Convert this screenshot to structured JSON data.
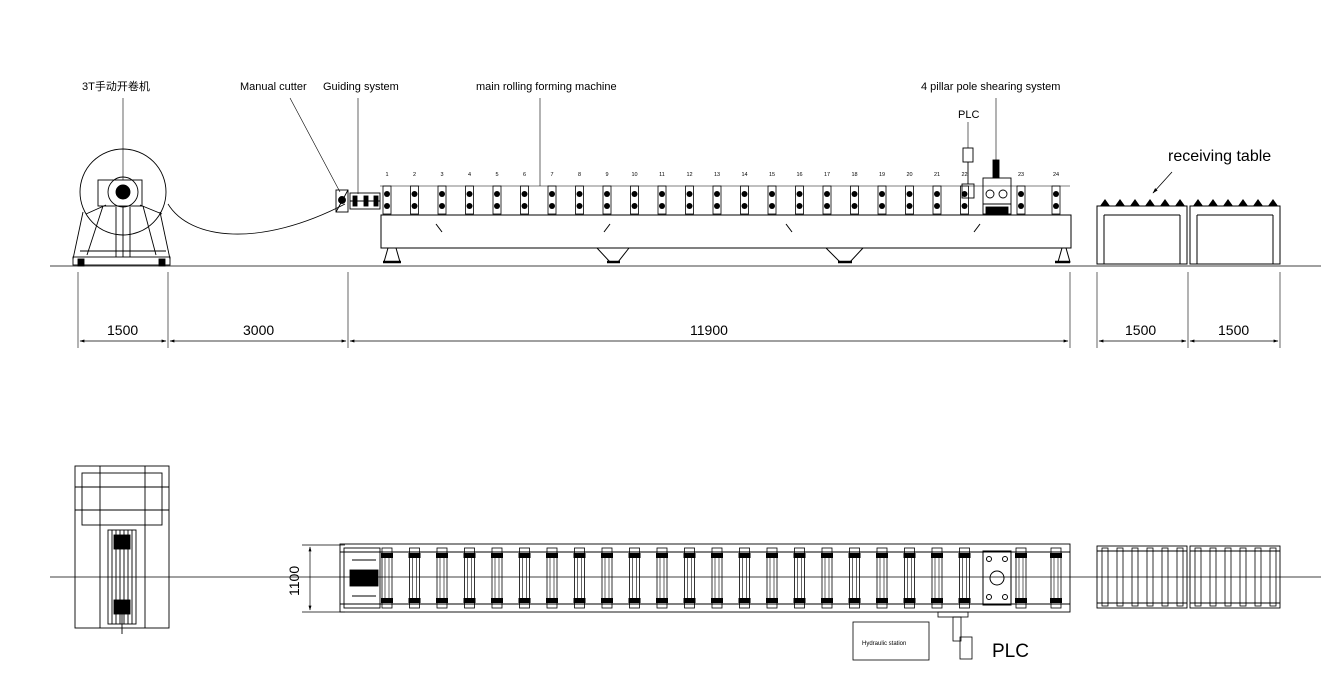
{
  "labels": {
    "decoiler": "3T手动开卷机",
    "cutter": "Manual cutter",
    "guiding": "Guiding system",
    "main": "main rolling forming machine",
    "shearing": "4 pillar pole shearing system",
    "plc_top": "PLC",
    "receiving": "receiving table",
    "hydraulic": "Hydraulic station",
    "plc_bottom": "PLC"
  },
  "dimensions": {
    "d1": "1500",
    "d2": "3000",
    "d3": "11900",
    "d4": "1500",
    "d5": "1500",
    "width": "1100"
  },
  "stations": [
    "1",
    "2",
    "3",
    "4",
    "5",
    "6",
    "7",
    "8",
    "9",
    "10",
    "11",
    "12",
    "13",
    "14",
    "15",
    "16",
    "17",
    "18",
    "19",
    "20",
    "21",
    "22",
    "23",
    "24"
  ]
}
